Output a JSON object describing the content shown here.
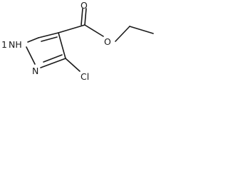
{
  "structure": {
    "atoms": {
      "nh": "NH",
      "h_prefix": "1",
      "n": "N",
      "o_carbonyl": "O",
      "o_ester": "O",
      "cl": "Cl"
    }
  }
}
